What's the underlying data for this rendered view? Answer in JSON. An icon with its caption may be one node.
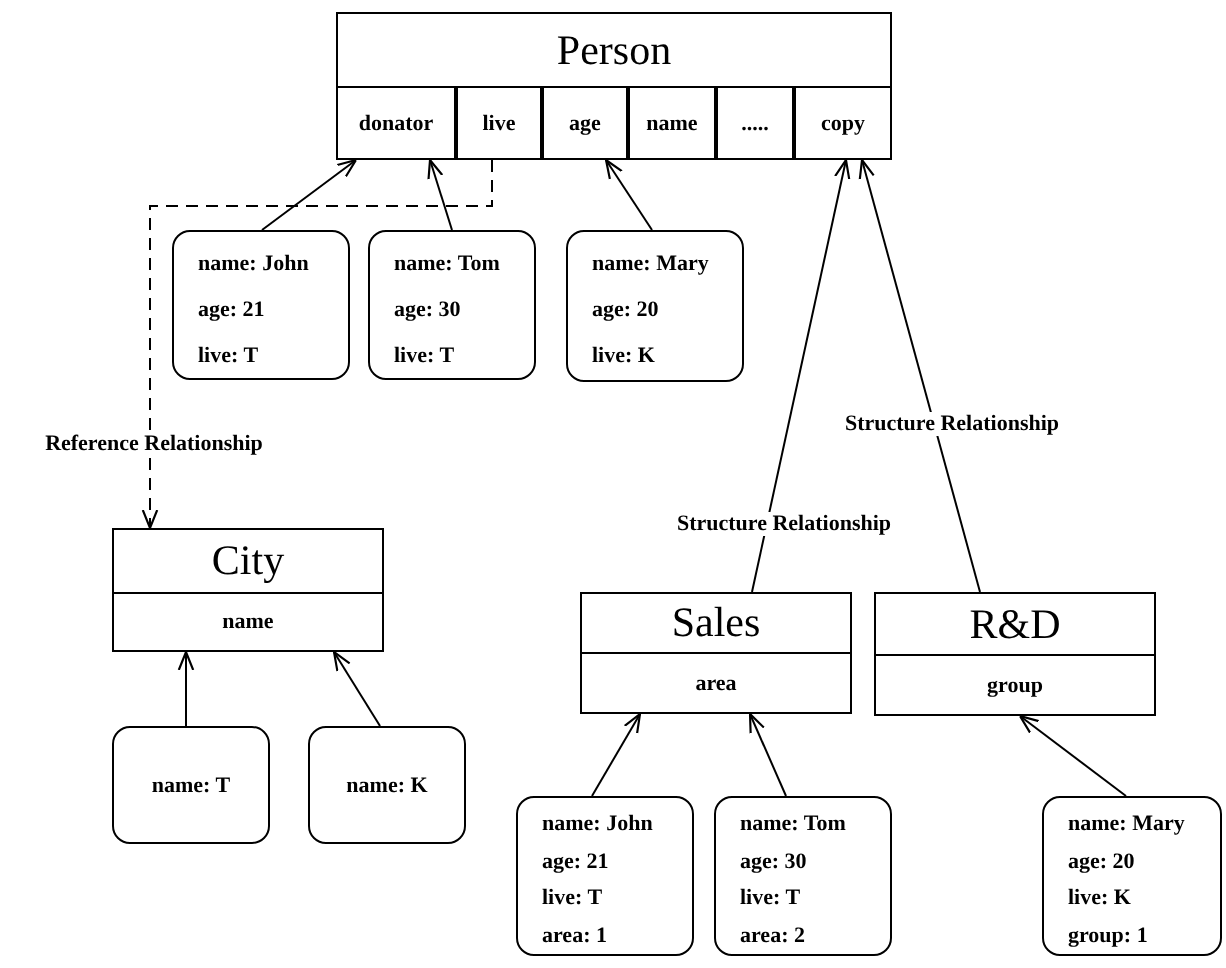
{
  "diagram": {
    "nodes": [
      {
        "text": [
          "Person"
        ]
      },
      {
        "text": [
          "donator"
        ],
        "in": 0
      },
      {
        "text": [
          "live"
        ],
        "in": 0
      },
      {
        "text": [
          "age"
        ],
        "in": 0
      },
      {
        "text": [
          "name"
        ],
        "in": 0
      },
      {
        "text": [
          "....."
        ],
        "in": 0
      },
      {
        "text": [
          "copy"
        ],
        "in": 0
      },
      {
        "text": [
          "name: John",
          "age: 21",
          "live: T"
        ]
      },
      {
        "text": [
          "name: Tom",
          "age: 30",
          "live: T"
        ]
      },
      {
        "text": [
          "name: Mary",
          "age: 20",
          "live: K"
        ]
      },
      {
        "text": [
          "City"
        ]
      },
      {
        "text": [
          "name"
        ],
        "in": 10
      },
      {
        "text": [
          "name: T"
        ]
      },
      {
        "text": [
          "name: K"
        ]
      },
      {
        "text": [
          "Sales"
        ]
      },
      {
        "text": [
          "area"
        ],
        "in": 14
      },
      {
        "text": [
          "R&D"
        ]
      },
      {
        "text": [
          "group"
        ],
        "in": 16
      },
      {
        "text": [
          "name: John",
          "age: 21",
          "live: T",
          "area: 1"
        ]
      },
      {
        "text": [
          "name: Tom",
          "age: 30",
          "live: T",
          "area: 2"
        ]
      },
      {
        "text": [
          "name: Mary",
          "age: 20",
          "live: K",
          "group: 1"
        ]
      }
    ],
    "edges": [
      {
        "from": 7,
        "to": 1,
        "arrow": "to"
      },
      {
        "from": 8,
        "to": 1,
        "arrow": "to"
      },
      {
        "from": 9,
        "to": 3,
        "arrow": "to"
      },
      {
        "from": 2,
        "to": 10,
        "arrow": "to",
        "style": "dashed",
        "label": "Reference Relationship"
      },
      {
        "from": 14,
        "to": 6,
        "arrow": "to",
        "label": "Structure Relationship"
      },
      {
        "from": 16,
        "to": 6,
        "arrow": "to",
        "label": "Structure Relationship"
      },
      {
        "from": 12,
        "to": 11,
        "arrow": "to"
      },
      {
        "from": 13,
        "to": 11,
        "arrow": "to"
      },
      {
        "from": 18,
        "to": 15,
        "arrow": "to"
      },
      {
        "from": 19,
        "to": 15,
        "arrow": "to"
      },
      {
        "from": 20,
        "to": 17,
        "arrow": "to"
      }
    ]
  }
}
